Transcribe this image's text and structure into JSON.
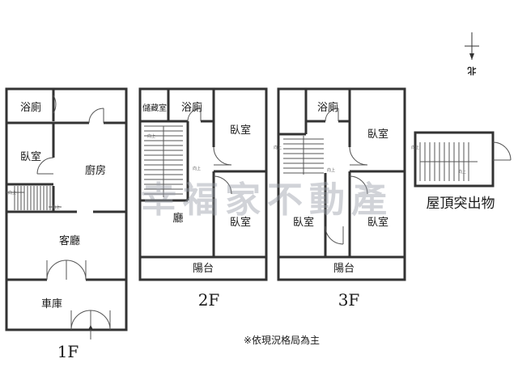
{
  "floors": {
    "f1": {
      "label": "1F",
      "rooms": {
        "bath": "浴廁",
        "bedroom": "臥室",
        "kitchen": "廚房",
        "living": "客廳",
        "garage": "車庫"
      }
    },
    "f2": {
      "label": "2F",
      "rooms": {
        "storage": "儲藏室",
        "bath": "浴廁",
        "bedroom1": "臥室",
        "hall": "廳",
        "bedroom2": "臥室",
        "balcony": "陽台"
      }
    },
    "f3": {
      "label": "3F",
      "rooms": {
        "bath": "浴廁",
        "bedroom1": "臥室",
        "bedroom2": "臥室",
        "bedroom3": "臥室",
        "balcony": "陽台"
      }
    },
    "roof": {
      "label": "屋頂突出物"
    }
  },
  "stair_mark": "向上",
  "north_label": "北",
  "note": "※依現況格局為主",
  "watermark": "幸福家不動產",
  "colors": {
    "wall": "#333333",
    "watermark": "#9aa0aa"
  }
}
